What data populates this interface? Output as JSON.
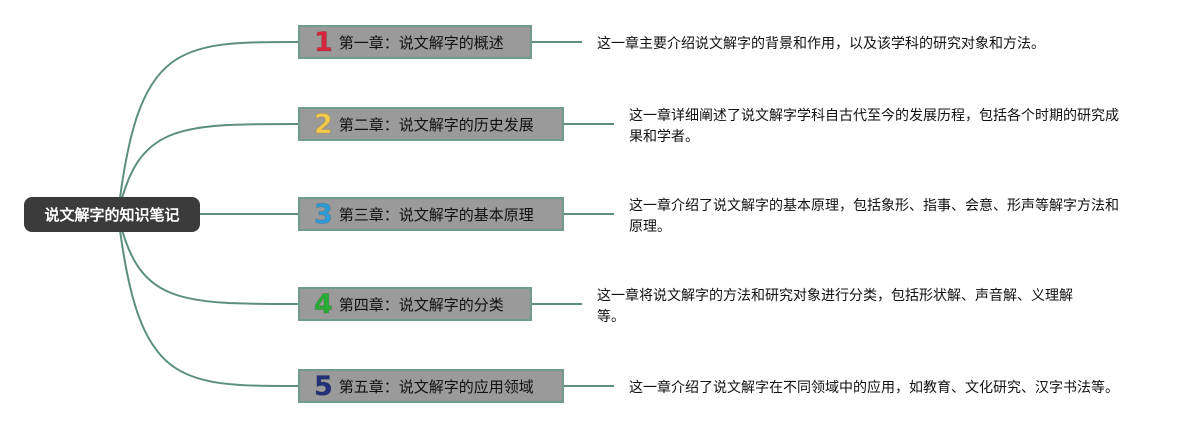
{
  "root": {
    "label": "说文解字的知识笔记"
  },
  "chapters": [
    {
      "num": "1",
      "num_color": "#d7263d",
      "title": "第一章：说文解字的概述",
      "desc": "这一章主要介绍说文解字的背景和作用，以及该学科的研究对象和方法。"
    },
    {
      "num": "2",
      "num_color": "#f2c94c",
      "title": "第二章：说文解字的历史发展",
      "desc": "这一章详细阐述了说文解字学科自古代至今的发展历程，包括各个时期的研究成果和学者。"
    },
    {
      "num": "3",
      "num_color": "#2d9cdb",
      "title": "第三章：说文解字的基本原理",
      "desc": "这一章介绍了说文解字的基本原理，包括象形、指事、会意、形声等解字方法和原理。"
    },
    {
      "num": "4",
      "num_color": "#27ae35",
      "title": "第四章：说文解字的分类",
      "desc": "这一章将说文解字的方法和研究对象进行分类，包括形状解、声音解、义理解等。"
    },
    {
      "num": "5",
      "num_color": "#23307a",
      "title": "第五章：说文解字的应用领域",
      "desc": "这一章介绍了说文解字在不同领域中的应用，如教育、文化研究、汉字书法等。"
    }
  ],
  "colors": {
    "link": "#5d8f7e",
    "root_bg": "#3b3b3b",
    "node_bg": "#9a9a9a",
    "node_border": "#6f9c8c"
  }
}
